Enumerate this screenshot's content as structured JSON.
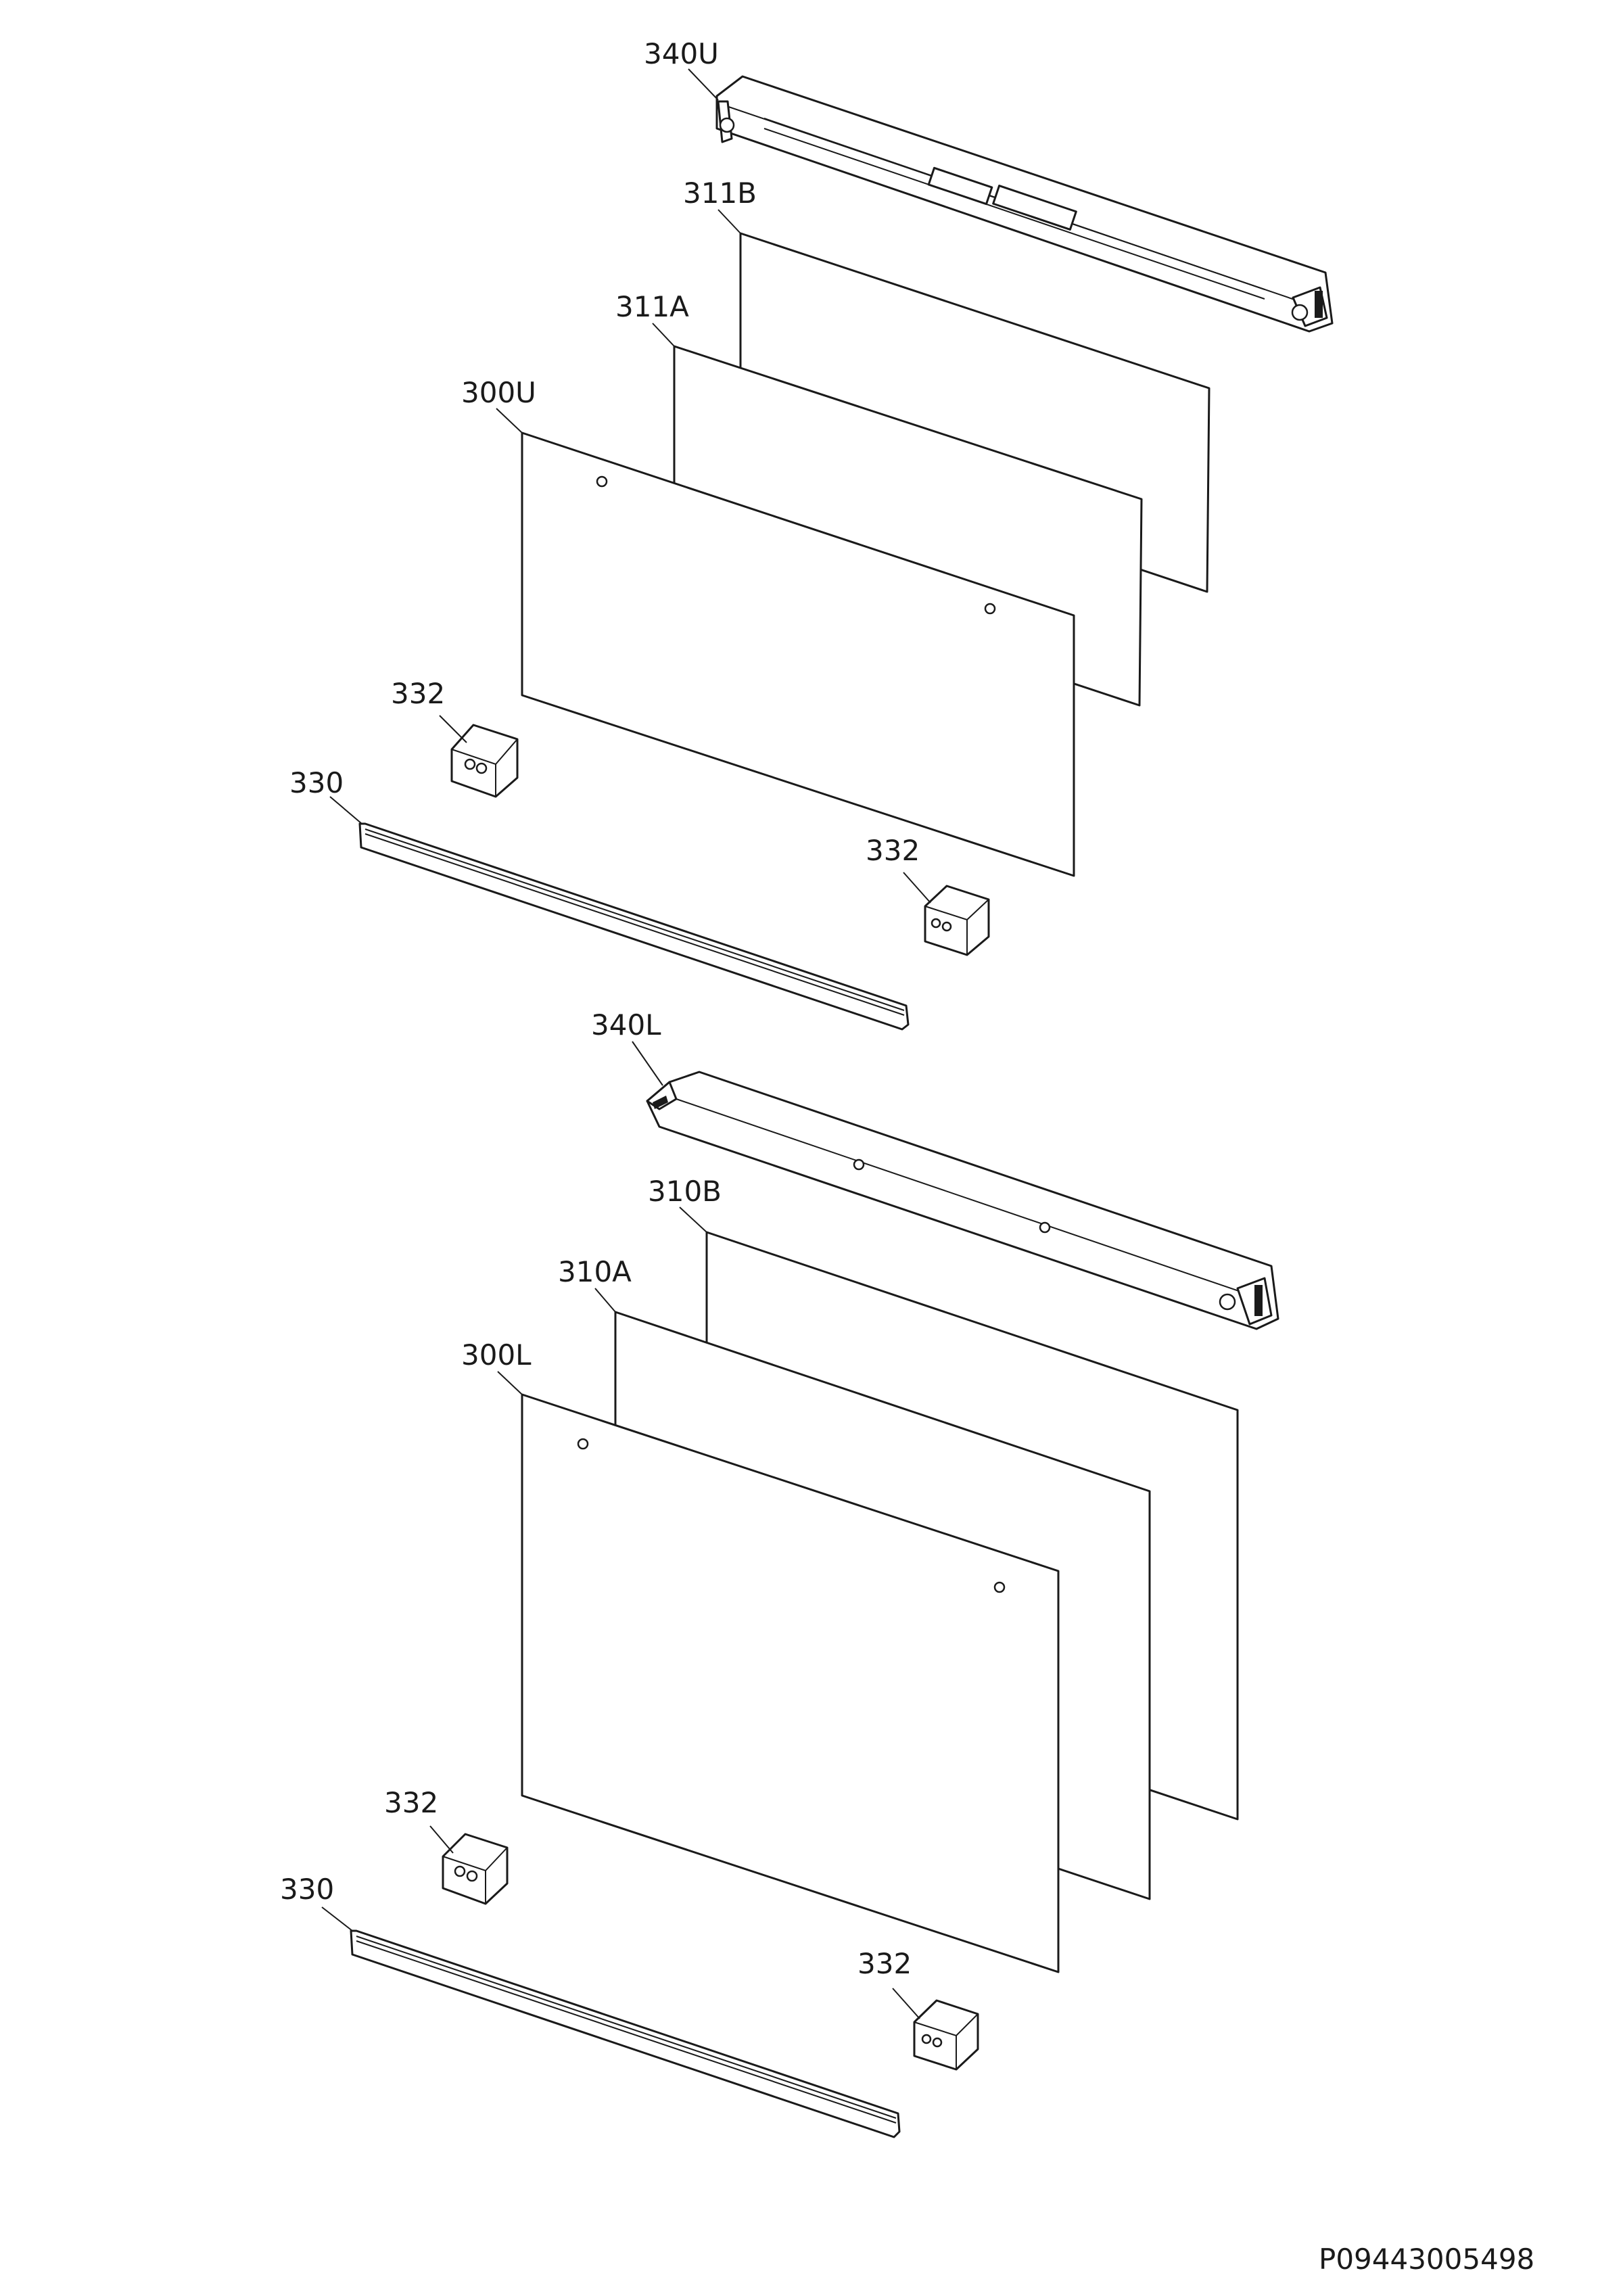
{
  "parts": {
    "frame_upper": "340U",
    "glass_upper_b": "311B",
    "glass_upper_a": "311A",
    "outer_glass_upper": "300U",
    "block_upper_left": "332",
    "block_upper_right": "332",
    "strip_upper": "330",
    "frame_lower": "340L",
    "glass_lower_b": "310B",
    "glass_lower_a": "310A",
    "outer_glass_lower": "300L",
    "block_lower_left": "332",
    "block_lower_right": "332",
    "strip_lower": "330"
  },
  "document_number": "P09443005498"
}
